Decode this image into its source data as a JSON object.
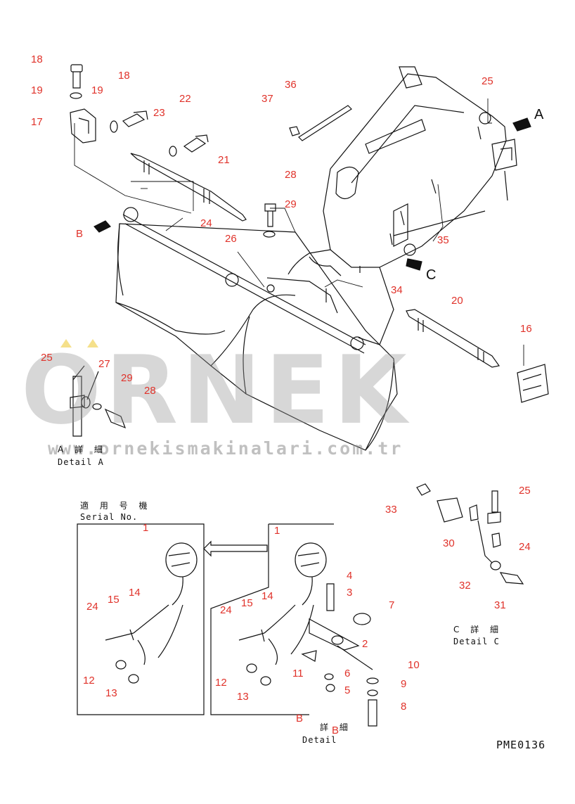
{
  "watermark": {
    "brand": "ORNEK",
    "url": "www.ornekismakinalari.com.tr"
  },
  "callouts": {
    "c18a": "18",
    "c19a": "19",
    "c17": "17",
    "c19b": "19",
    "c18b": "18",
    "c23": "23",
    "c22": "22",
    "c21": "21",
    "c24a": "24",
    "c37": "37",
    "c36": "36",
    "c28a": "28",
    "c29a": "29",
    "c26": "26",
    "c25a": "25",
    "c35": "35",
    "c34": "34",
    "c20": "20",
    "c16": "16",
    "c25b": "25",
    "c27": "27",
    "c29b": "29",
    "c28b": "28",
    "c1a": "1",
    "c15a": "15",
    "c14a": "14",
    "c24b": "24",
    "c12a": "12",
    "c13a": "13",
    "c1b": "1",
    "c15b": "15",
    "c14b": "14",
    "c24c": "24",
    "c12b": "12",
    "c13b": "13",
    "c4": "4",
    "c3": "3",
    "c7": "7",
    "c2": "2",
    "c11": "11",
    "c6": "6",
    "c5": "5",
    "c10": "10",
    "c9": "9",
    "c8": "8",
    "c33": "33",
    "c25c": "25",
    "c30": "30",
    "c24d": "24",
    "c32": "32",
    "c31": "31",
    "cB1": "B",
    "cB2": "B",
    "cB3": "B"
  },
  "arrow_letters": {
    "A": "A",
    "C": "C"
  },
  "captions": {
    "detail_a_jp": "A 詳 細",
    "detail_a_en": "Detail A",
    "serial_jp": "適 用 号 機",
    "serial_en": "Serial No.",
    "detail_c_jp": "C 詳 細",
    "detail_c_en": "Detail C",
    "detail_b_jp": "詳 細",
    "detail_b_en": "Detail"
  },
  "drawing_id": "PME0136"
}
